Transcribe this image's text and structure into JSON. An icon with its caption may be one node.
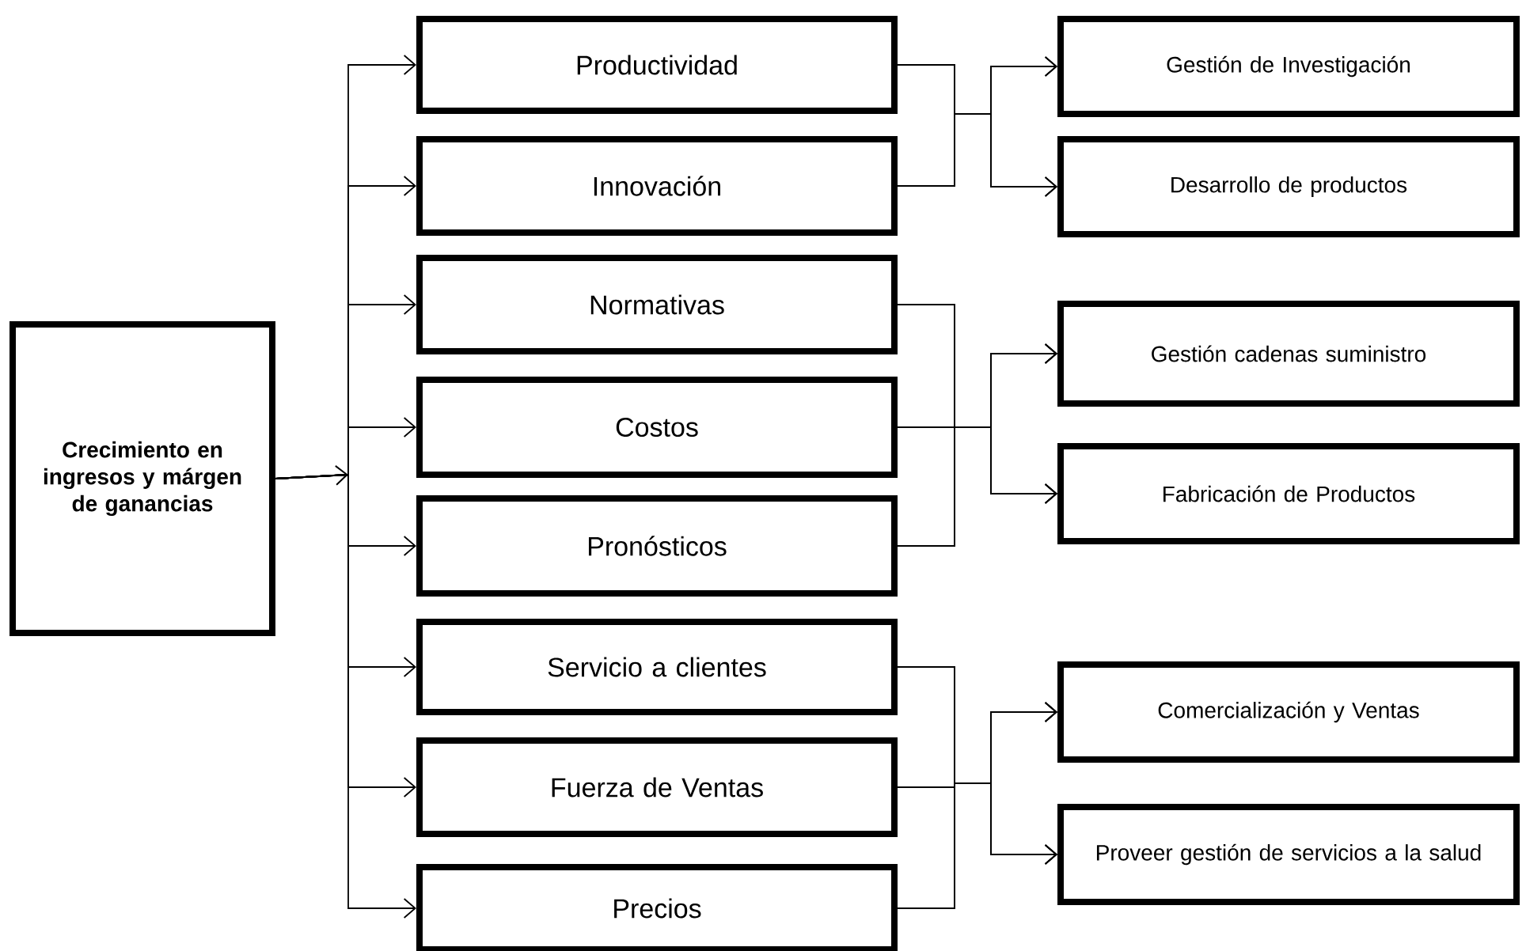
{
  "diagram": {
    "nodes": [
      {
        "text": [
          "Crecimiento en ingresos y márgen de ganancias"
        ]
      },
      {
        "text": [
          "Productividad"
        ]
      },
      {
        "text": [
          "Innovación"
        ]
      },
      {
        "text": [
          "Normativas"
        ]
      },
      {
        "text": [
          "Costos"
        ]
      },
      {
        "text": [
          "Pronósticos"
        ]
      },
      {
        "text": [
          "Servicio a clientes"
        ]
      },
      {
        "text": [
          "Fuerza de Ventas"
        ]
      },
      {
        "text": [
          "Precios"
        ]
      },
      {
        "text": [
          "Gestión de Investigación"
        ]
      },
      {
        "text": [
          "Desarrollo de productos"
        ]
      },
      {
        "text": [
          "Gestión cadenas suministro"
        ]
      },
      {
        "text": [
          "Fabricación de Productos"
        ]
      },
      {
        "text": [
          "Comercialización y Ventas"
        ]
      },
      {
        "text": [
          "Proveer gestión de servicios a la salud"
        ]
      }
    ],
    "edges": [
      {
        "from": 0,
        "to": 1,
        "arrow": "to"
      },
      {
        "from": 0,
        "to": 2,
        "arrow": "to"
      },
      {
        "from": 0,
        "to": 3,
        "arrow": "to"
      },
      {
        "from": 0,
        "to": 4,
        "arrow": "to"
      },
      {
        "from": 0,
        "to": 5,
        "arrow": "to"
      },
      {
        "from": 0,
        "to": 6,
        "arrow": "to"
      },
      {
        "from": 0,
        "to": 7,
        "arrow": "to"
      },
      {
        "from": 0,
        "to": 8,
        "arrow": "to"
      },
      {
        "from": 1,
        "to": 9,
        "arrow": "to"
      },
      {
        "from": 1,
        "to": 10,
        "arrow": "to"
      },
      {
        "from": 2,
        "to": 9,
        "arrow": "to"
      },
      {
        "from": 2,
        "to": 10,
        "arrow": "to"
      },
      {
        "from": 3,
        "to": 11,
        "arrow": "to"
      },
      {
        "from": 3,
        "to": 12,
        "arrow": "to"
      },
      {
        "from": 4,
        "to": 11,
        "arrow": "to"
      },
      {
        "from": 4,
        "to": 12,
        "arrow": "to"
      },
      {
        "from": 5,
        "to": 11,
        "arrow": "to"
      },
      {
        "from": 5,
        "to": 12,
        "arrow": "to"
      },
      {
        "from": 6,
        "to": 13,
        "arrow": "to"
      },
      {
        "from": 6,
        "to": 14,
        "arrow": "to"
      },
      {
        "from": 7,
        "to": 13,
        "arrow": "to"
      },
      {
        "from": 7,
        "to": 14,
        "arrow": "to"
      },
      {
        "from": 8,
        "to": 13,
        "arrow": "to"
      },
      {
        "from": 8,
        "to": 14,
        "arrow": "to"
      }
    ]
  }
}
